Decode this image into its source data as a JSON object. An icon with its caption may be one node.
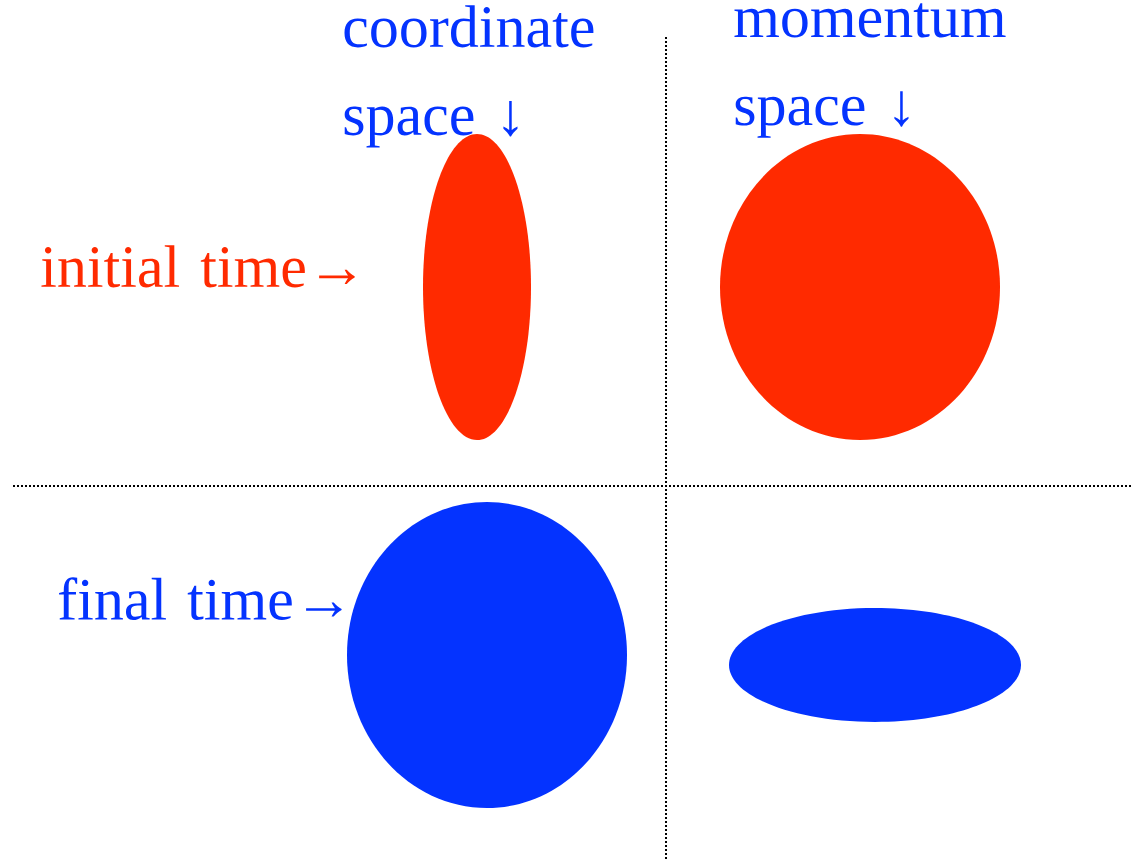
{
  "diagram": {
    "nodes": [
      {
        "text": [],
        "shape": "ellipse"
      },
      {
        "text": [],
        "shape": "ellipse"
      },
      {
        "text": [],
        "shape": "ellipse"
      },
      {
        "text": [],
        "shape": "ellipse"
      }
    ],
    "labels": [
      "coordinate space ↓",
      "momentum space ↓",
      "initial time→",
      "final time→"
    ]
  }
}
